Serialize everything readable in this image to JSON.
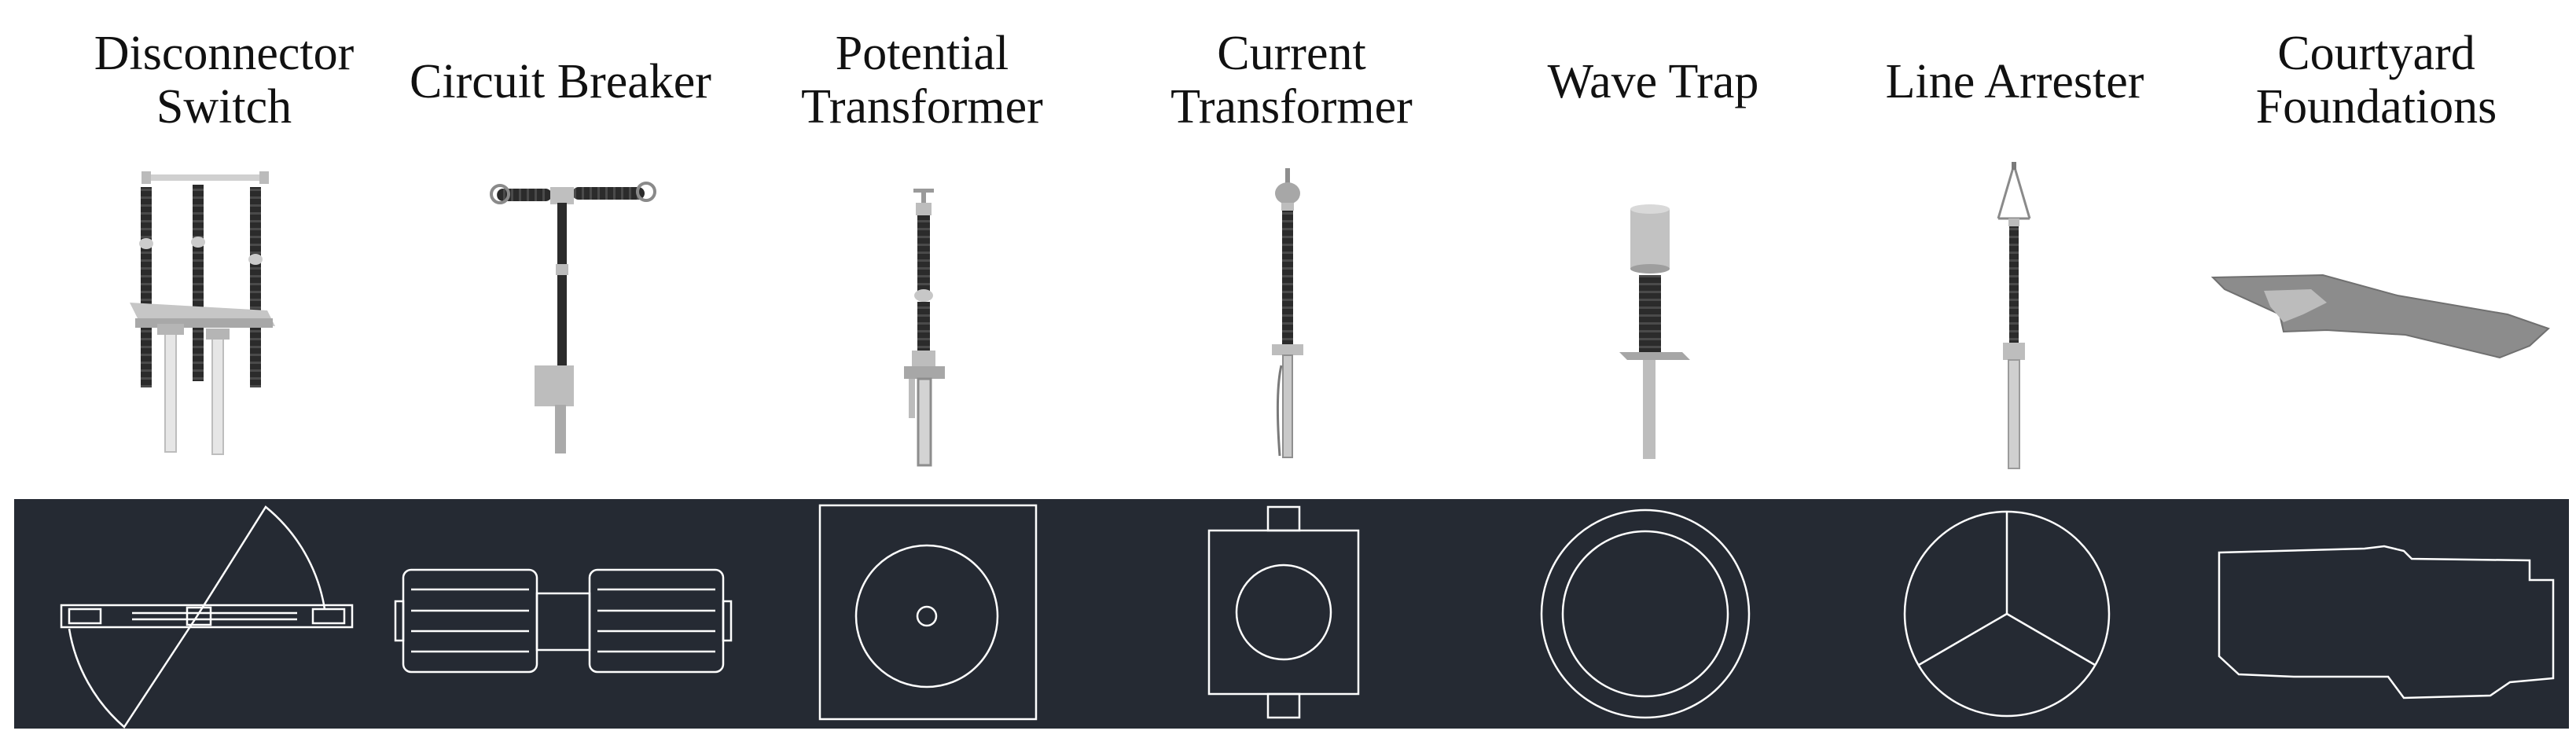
{
  "figure": {
    "components": [
      {
        "id": "disconnector",
        "line1": "Disconnector",
        "line2": "Switch",
        "icon": "disconnector-switch-icon"
      },
      {
        "id": "breaker",
        "line1": "Circuit Breaker",
        "line2": "",
        "icon": "circuit-breaker-icon"
      },
      {
        "id": "pt",
        "line1": "Potential",
        "line2": "Transformer",
        "icon": "potential-transformer-icon"
      },
      {
        "id": "ct",
        "line1": "Current",
        "line2": "Transformer",
        "icon": "current-transformer-icon"
      },
      {
        "id": "wavetrap",
        "line1": "Wave Trap",
        "line2": "",
        "icon": "wave-trap-icon"
      },
      {
        "id": "arrester",
        "line1": "Line Arrester",
        "line2": "",
        "icon": "line-arrester-icon"
      },
      {
        "id": "foundation",
        "line1": "Courtyard",
        "line2": "Foundations",
        "icon": "courtyard-foundation-icon"
      }
    ],
    "colors": {
      "plan_background": "#252a33",
      "plan_lines": "#ffffff",
      "insulator": "#2b2b2b",
      "metal_light": "#d9d9d9",
      "metal_mid": "#a9a9a9",
      "foundation": "#8c8c8c"
    }
  }
}
